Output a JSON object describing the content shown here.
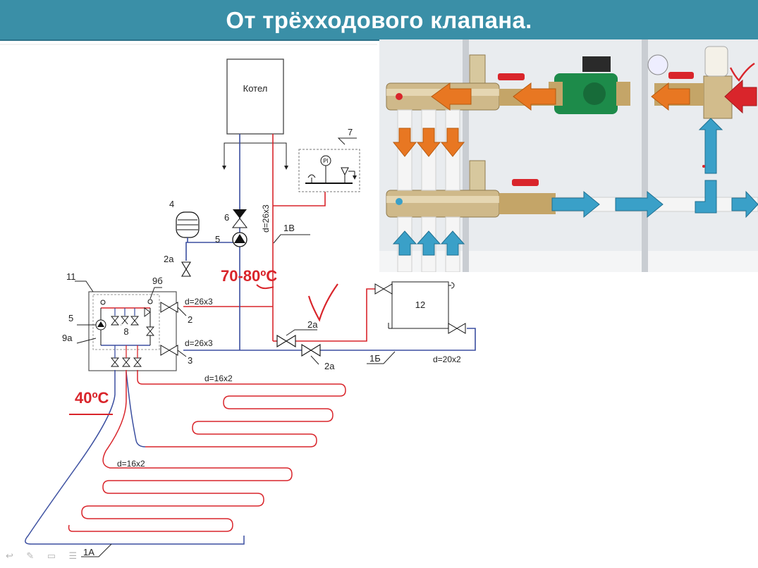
{
  "slide": {
    "title": "От трёхходового клапана."
  },
  "colors": {
    "banner": "#3a8fa7",
    "hot_pipe": "#d9252b",
    "cold_pipe": "#3b4fa0",
    "annotation": "#d9252b",
    "arrow_hot": "#e87722",
    "arrow_cold": "#3aa0c8"
  },
  "diagram": {
    "boiler_label": "Котел",
    "labels": {
      "n1a": "1А",
      "n1b": "1Б",
      "n1v": "1В",
      "n2a_left": "2а",
      "n2": "2",
      "n3": "3",
      "n2a_mid_top": "2а",
      "n2a_mid_bottom": "2а",
      "n4": "4",
      "n5_pump": "5",
      "n5_unit": "5",
      "n6": "6",
      "n7": "7",
      "n8": "8",
      "n9a": "9а",
      "n9b": "9б",
      "n11": "11",
      "n12": "12",
      "pi": "PI"
    },
    "dims": {
      "riser": "d=26x3",
      "supply_unit": "d=26x3",
      "return_unit": "d=26x3",
      "radiator": "d=20x2",
      "loop_upper": "d=16x2",
      "loop_lower": "d=16x2"
    },
    "annotations": {
      "temp_high": "70-80ºC",
      "temp_low": "40ºC",
      "checkmark": "check-mark"
    }
  },
  "photo": {
    "description_icons": [
      "manifold-top",
      "manifold-bottom",
      "circulation-pump",
      "three-way-valve",
      "ball-valve"
    ],
    "checkmark": "check-mark"
  },
  "toolbar": {
    "items": [
      "back-icon",
      "pen-icon",
      "screen-icon",
      "menu-icon"
    ]
  }
}
